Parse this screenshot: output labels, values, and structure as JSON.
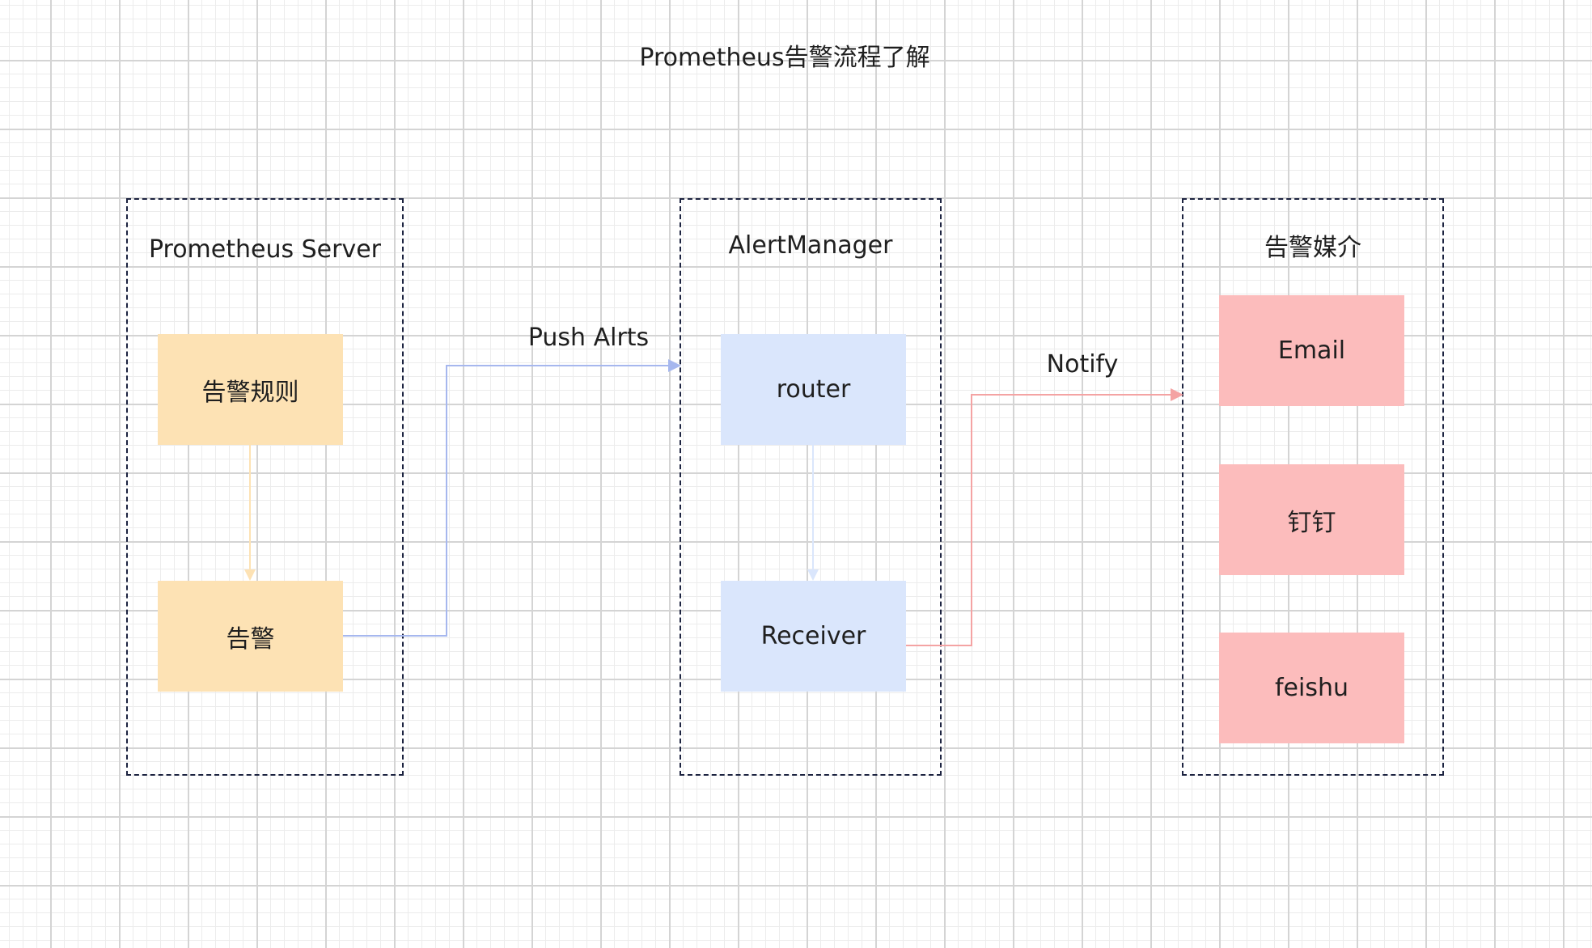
{
  "title": "Prometheus告警流程了解",
  "groups": {
    "prometheus": {
      "label": "Prometheus Server",
      "nodes": {
        "rules": "告警规则",
        "alert": "告警"
      }
    },
    "alertmanager": {
      "label": "AlertManager",
      "nodes": {
        "router": "router",
        "receiver": "Receiver"
      }
    },
    "media": {
      "label": "告警媒介",
      "nodes": {
        "email": "Email",
        "dingtalk": "钉钉",
        "feishu": "feishu"
      }
    }
  },
  "edges": {
    "push": {
      "label": "Push Alrts",
      "color": "#a6b7ee"
    },
    "notify": {
      "label": "Notify",
      "color": "#f4a3a3"
    },
    "rules_to_alert": {
      "label": "",
      "color": "#fde2b4"
    },
    "router_to_receiver": {
      "label": "",
      "color": "#dae6fc"
    }
  },
  "colors": {
    "yellow_node": "#fde2b4",
    "blue_node": "#dae6fc",
    "red_node": "#fcbcbc",
    "group_border": "#1c2340"
  }
}
